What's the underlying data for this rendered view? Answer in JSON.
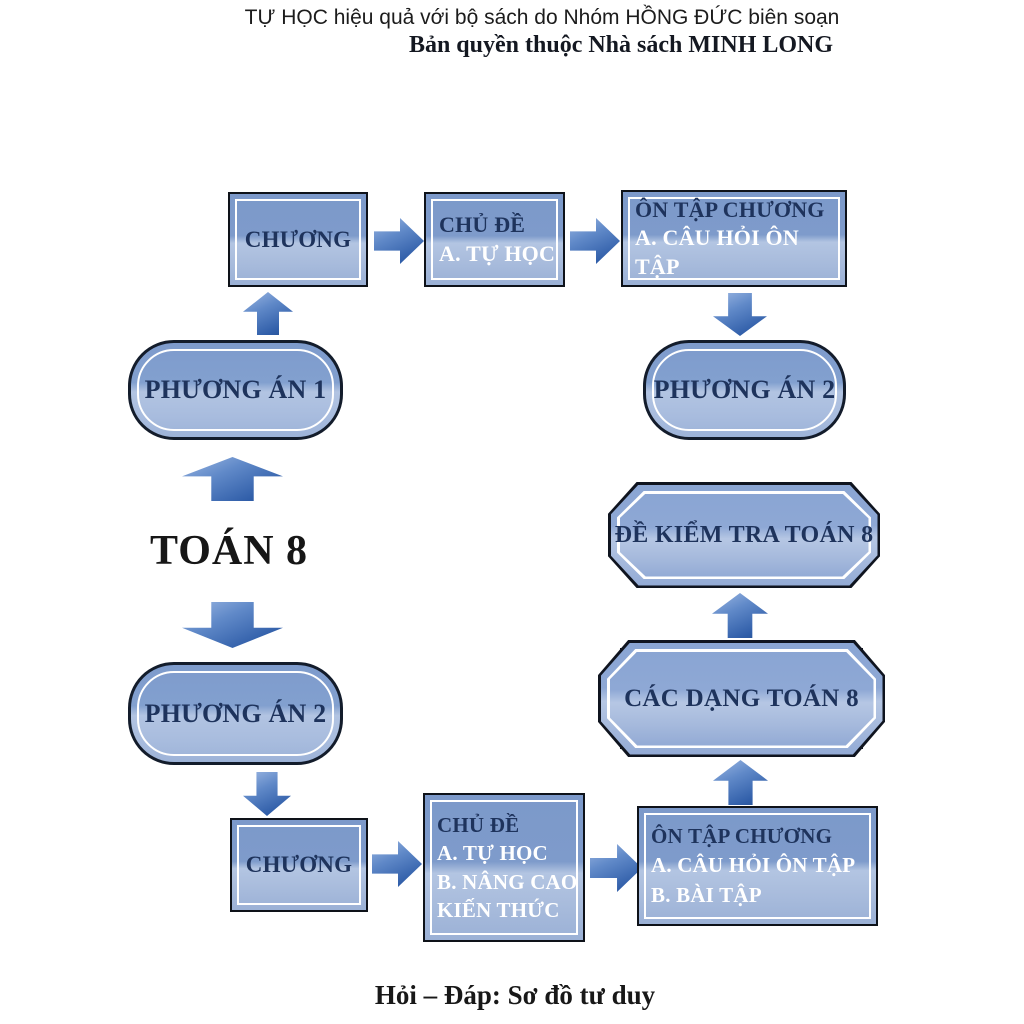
{
  "page": {
    "header_line1": "TỰ HỌC hiệu quả với bộ sách do Nhóm HỒNG ĐỨC biên soạn",
    "header_line2": "Bản quyền thuộc Nhà sách MINH LONG",
    "caption": "Hỏi – Đáp: Sơ đồ tư duy"
  },
  "diagram": {
    "center_label": "TOÁN 8",
    "branch1": {
      "plan": "PHƯƠNG ÁN 1",
      "chuong": "CHƯƠNG",
      "chude": {
        "title": "CHỦ ĐỀ",
        "item_a": "A. TỰ HỌC"
      },
      "ontap": {
        "title": "ÔN TẬP CHƯƠNG",
        "item_a": "A. CÂU HỎI ÔN TẬP"
      },
      "plan_end": "PHƯƠNG ÁN 2"
    },
    "branch2": {
      "plan": "PHƯƠNG ÁN 2",
      "chuong": "CHƯƠNG",
      "chude": {
        "title": "CHỦ ĐỀ",
        "item_a": "A. TỰ HỌC",
        "item_b_line1": "B. NÂNG CAO",
        "item_b_line2": "KIẾN THỨC"
      },
      "ontap": {
        "title": "ÔN TẬP CHƯƠNG",
        "item_a": "A. CÂU HỎI ÔN TẬP",
        "item_b": "B. BÀI TẬP"
      },
      "cac_dang": "CÁC DẠNG TOÁN 8",
      "de_kiem_tra": "ĐỀ KIỂM TRA TOÁN 8"
    }
  },
  "colors": {
    "node_fill_top": "#7c99ca",
    "node_fill_band": "#b3c5e2",
    "navy_text": "#1e335c",
    "white_text": "#ffffff",
    "arrow_blue_dark": "#2f5da8",
    "arrow_blue_light": "#9db8e3",
    "border_black": "#0e1219"
  }
}
